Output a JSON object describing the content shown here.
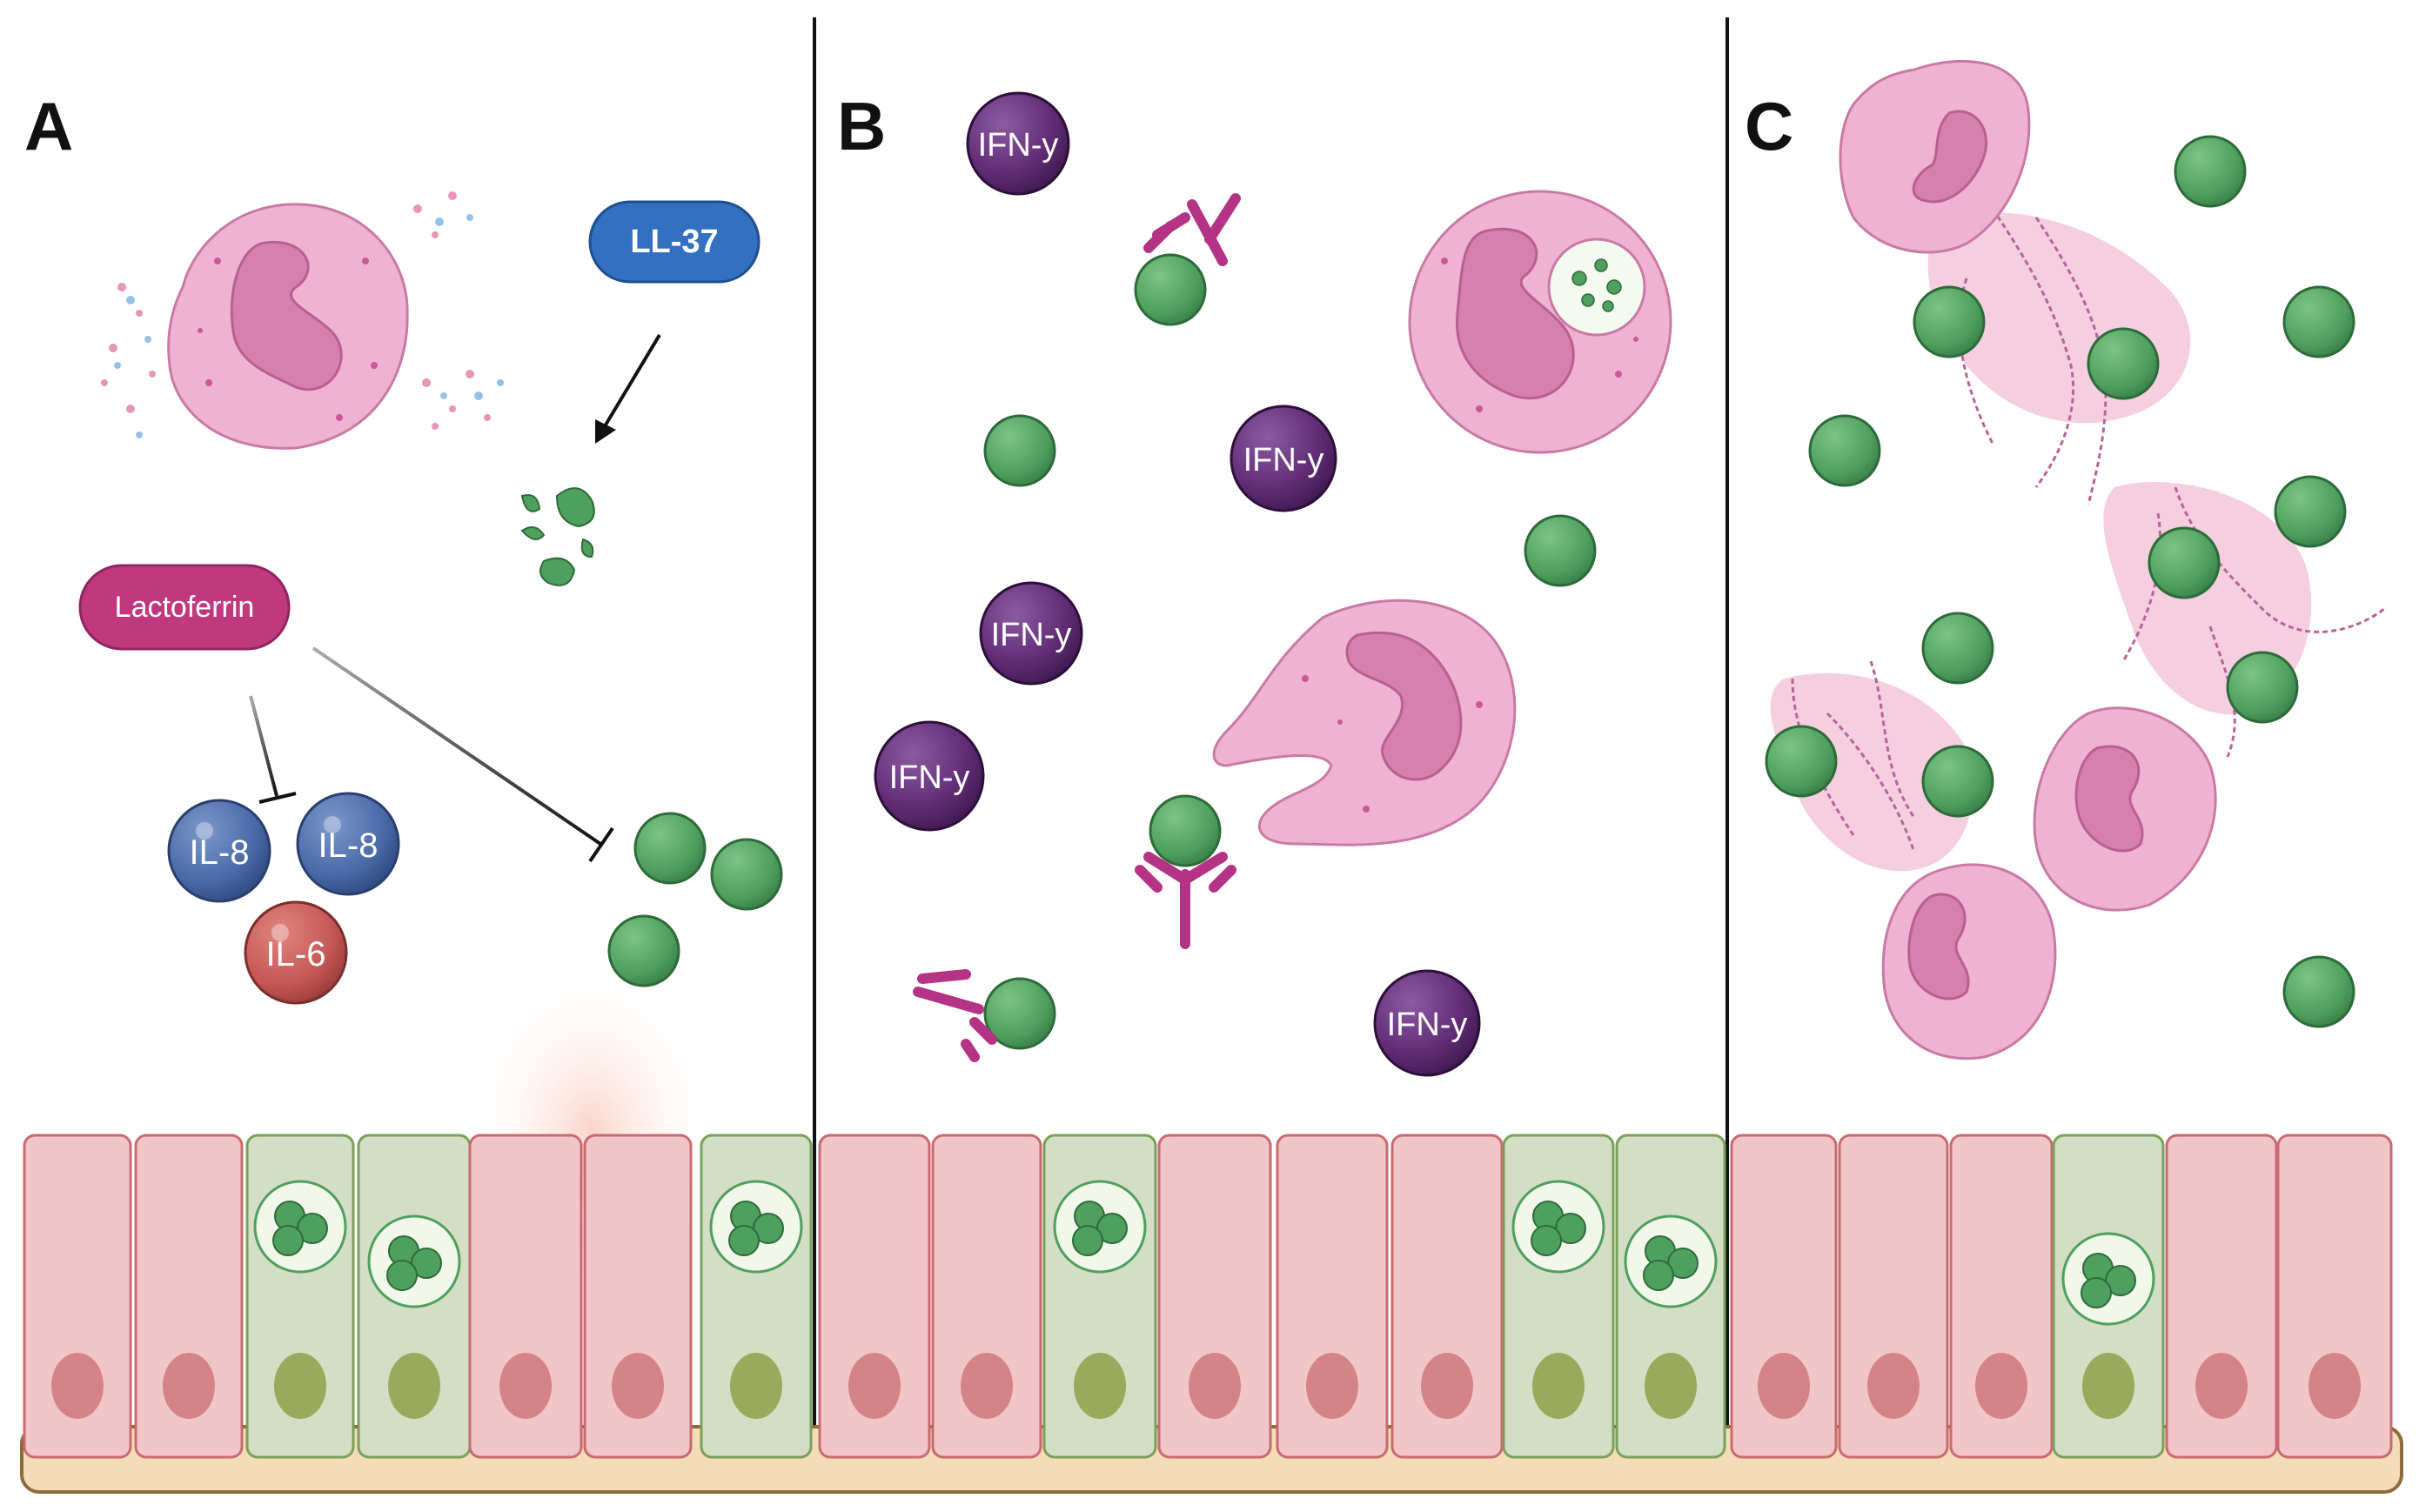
{
  "panels": [
    {
      "letter": "A"
    },
    {
      "letter": "B"
    },
    {
      "letter": "C"
    }
  ],
  "labels": {
    "ll37": "LL-37",
    "lactoferrin": "Lactoferrin",
    "il8": "IL-8",
    "il6": "IL-6",
    "ifng": "IFN-y"
  },
  "colors": {
    "pathogen_green": "#4f9f5f",
    "neutrophil_pink": "#efb2d2",
    "nucleus_pink": "#d77fae",
    "epithelium_pink": "#f0c6c8",
    "infected_cell_green": "#d3dec5",
    "basement_membrane": "#f5dcb8",
    "ll37_blue": "#3470c0",
    "lactoferrin_magenta": "#c0397f",
    "il8_blue": "#4867a5",
    "il6_red": "#c45654",
    "ifng_purple": "#5d2a72",
    "antibody_magenta": "#b53384"
  }
}
